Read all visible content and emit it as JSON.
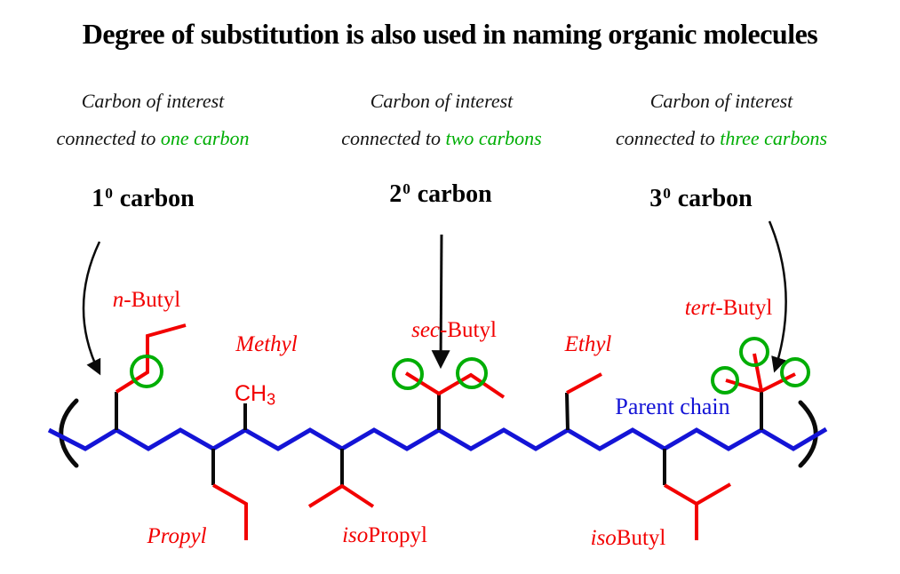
{
  "title": "Degree of substitution is also used in naming organic molecules",
  "colors": {
    "red": "#f20000",
    "blue": "#1414d6",
    "green": "#00ae05",
    "ink": "#0a0a0a"
  },
  "header_columns": [
    {
      "line1": "Carbon of interest",
      "line2_prefix": "connected to ",
      "line2_highlight": "one carbon"
    },
    {
      "line1": "Carbon of interest",
      "line2_prefix": "connected to ",
      "line2_highlight": "two carbons"
    },
    {
      "line1": "Carbon of interest",
      "line2_prefix": "connected to ",
      "line2_highlight": "three carbons"
    }
  ],
  "degree_labels": [
    {
      "number": "1",
      "superscript": "0",
      "suffix": "carbon"
    },
    {
      "number": "2",
      "superscript": "0",
      "suffix": "carbon"
    },
    {
      "number": "3",
      "superscript": "0",
      "suffix": "carbon"
    }
  ],
  "substituent_labels": {
    "n_butyl": {
      "italic": "n",
      "rest": "-Butyl"
    },
    "methyl": {
      "italic": "Methyl",
      "rest": ""
    },
    "ch3": {
      "formula": "CH",
      "subscript": "3"
    },
    "sec_butyl": {
      "italic": "sec",
      "rest": "-Butyl"
    },
    "ethyl": {
      "italic": "Ethyl",
      "rest": ""
    },
    "tert_butyl": {
      "italic": "tert",
      "rest": "-Butyl"
    },
    "propyl": {
      "italic": "Propyl",
      "rest": ""
    },
    "iso_propyl": {
      "italic": "iso",
      "rest": "Propyl"
    },
    "iso_butyl": {
      "italic": "iso",
      "rest": "Butyl"
    },
    "parent_chain": {
      "text": "Parent chain"
    }
  }
}
